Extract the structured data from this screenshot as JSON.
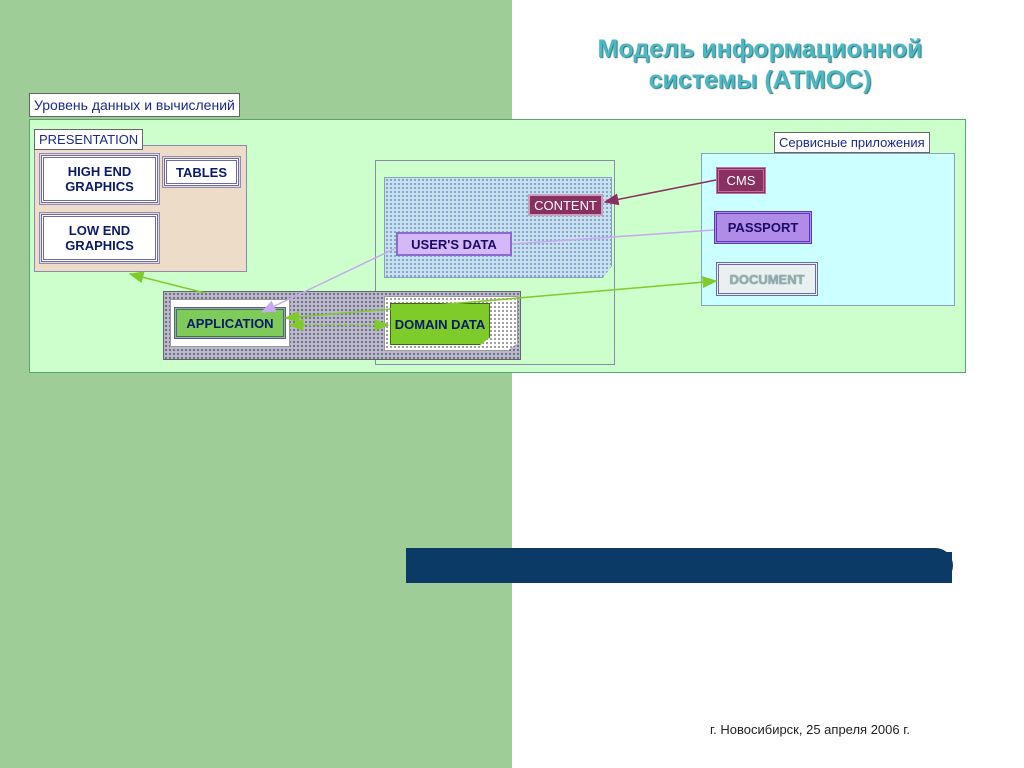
{
  "slide": {
    "title_line1": "Модель информационной",
    "title_line2": "системы (АТМОС)",
    "footer": "г. Новосибирск, 25 апреля 2006 г."
  },
  "diagram": {
    "level_label": "Уровень данных и вычислений",
    "presentation_label": "PRESENTATION",
    "services_label": "Сервисные приложения",
    "nodes": {
      "high_end": "HIGH END GRAPHICS",
      "low_end": "LOW END GRAPHICS",
      "tables": "TABLES",
      "cms": "CMS",
      "passport": "PASSPORT",
      "document": "DOCUMENT",
      "content": "CONTENT",
      "users_data": "USER'S DATA",
      "application": "APPLICATION",
      "domain_data": "DOMAIN DATA"
    }
  },
  "colors": {
    "left_band": "#9fcd98",
    "title": "#4bb8c4",
    "bar": "#0b3a66",
    "panel": "#ccffcc",
    "arrow_green": "#7ecb2a",
    "arrow_maroon": "#8a3060",
    "arrow_lilac": "#c8a8f0"
  }
}
